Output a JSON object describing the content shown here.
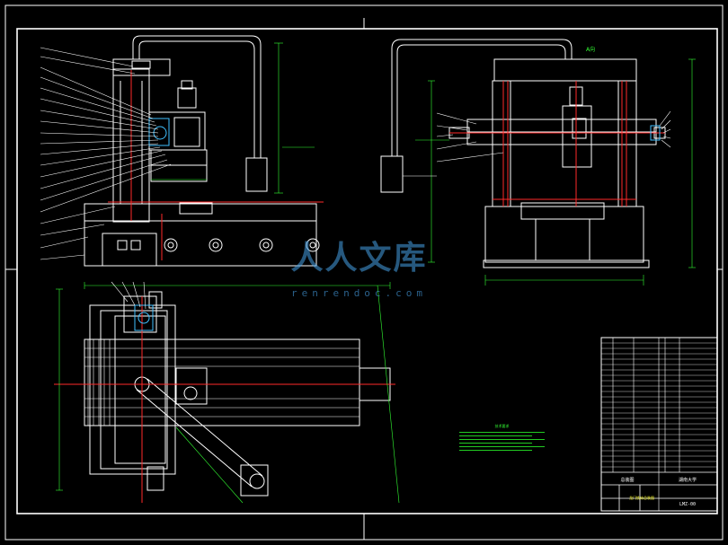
{
  "drawing": {
    "type": "mechanical-assembly-drawing",
    "background": "#000000",
    "frame_color": "#ffffff",
    "outline_color": "#ffffff",
    "centerline_color": "#ff2a2a",
    "dimension_color": "#33ff33",
    "hidden_color": "#40c0ff",
    "annotation_color": "#ffff33"
  },
  "watermark": {
    "title": "人人文库",
    "url": "renrendoc.com",
    "color": "#46a0e6"
  },
  "views": {
    "side_view_label": "A",
    "front_view_label": "A向"
  },
  "title_block": {
    "school": "湖南大学",
    "design": "总装图",
    "drawing_title": "龙门铣床总装图",
    "drawing_code": "LMZ-00"
  },
  "technical_notes": {
    "title": "技术要求",
    "line_count": 6
  }
}
